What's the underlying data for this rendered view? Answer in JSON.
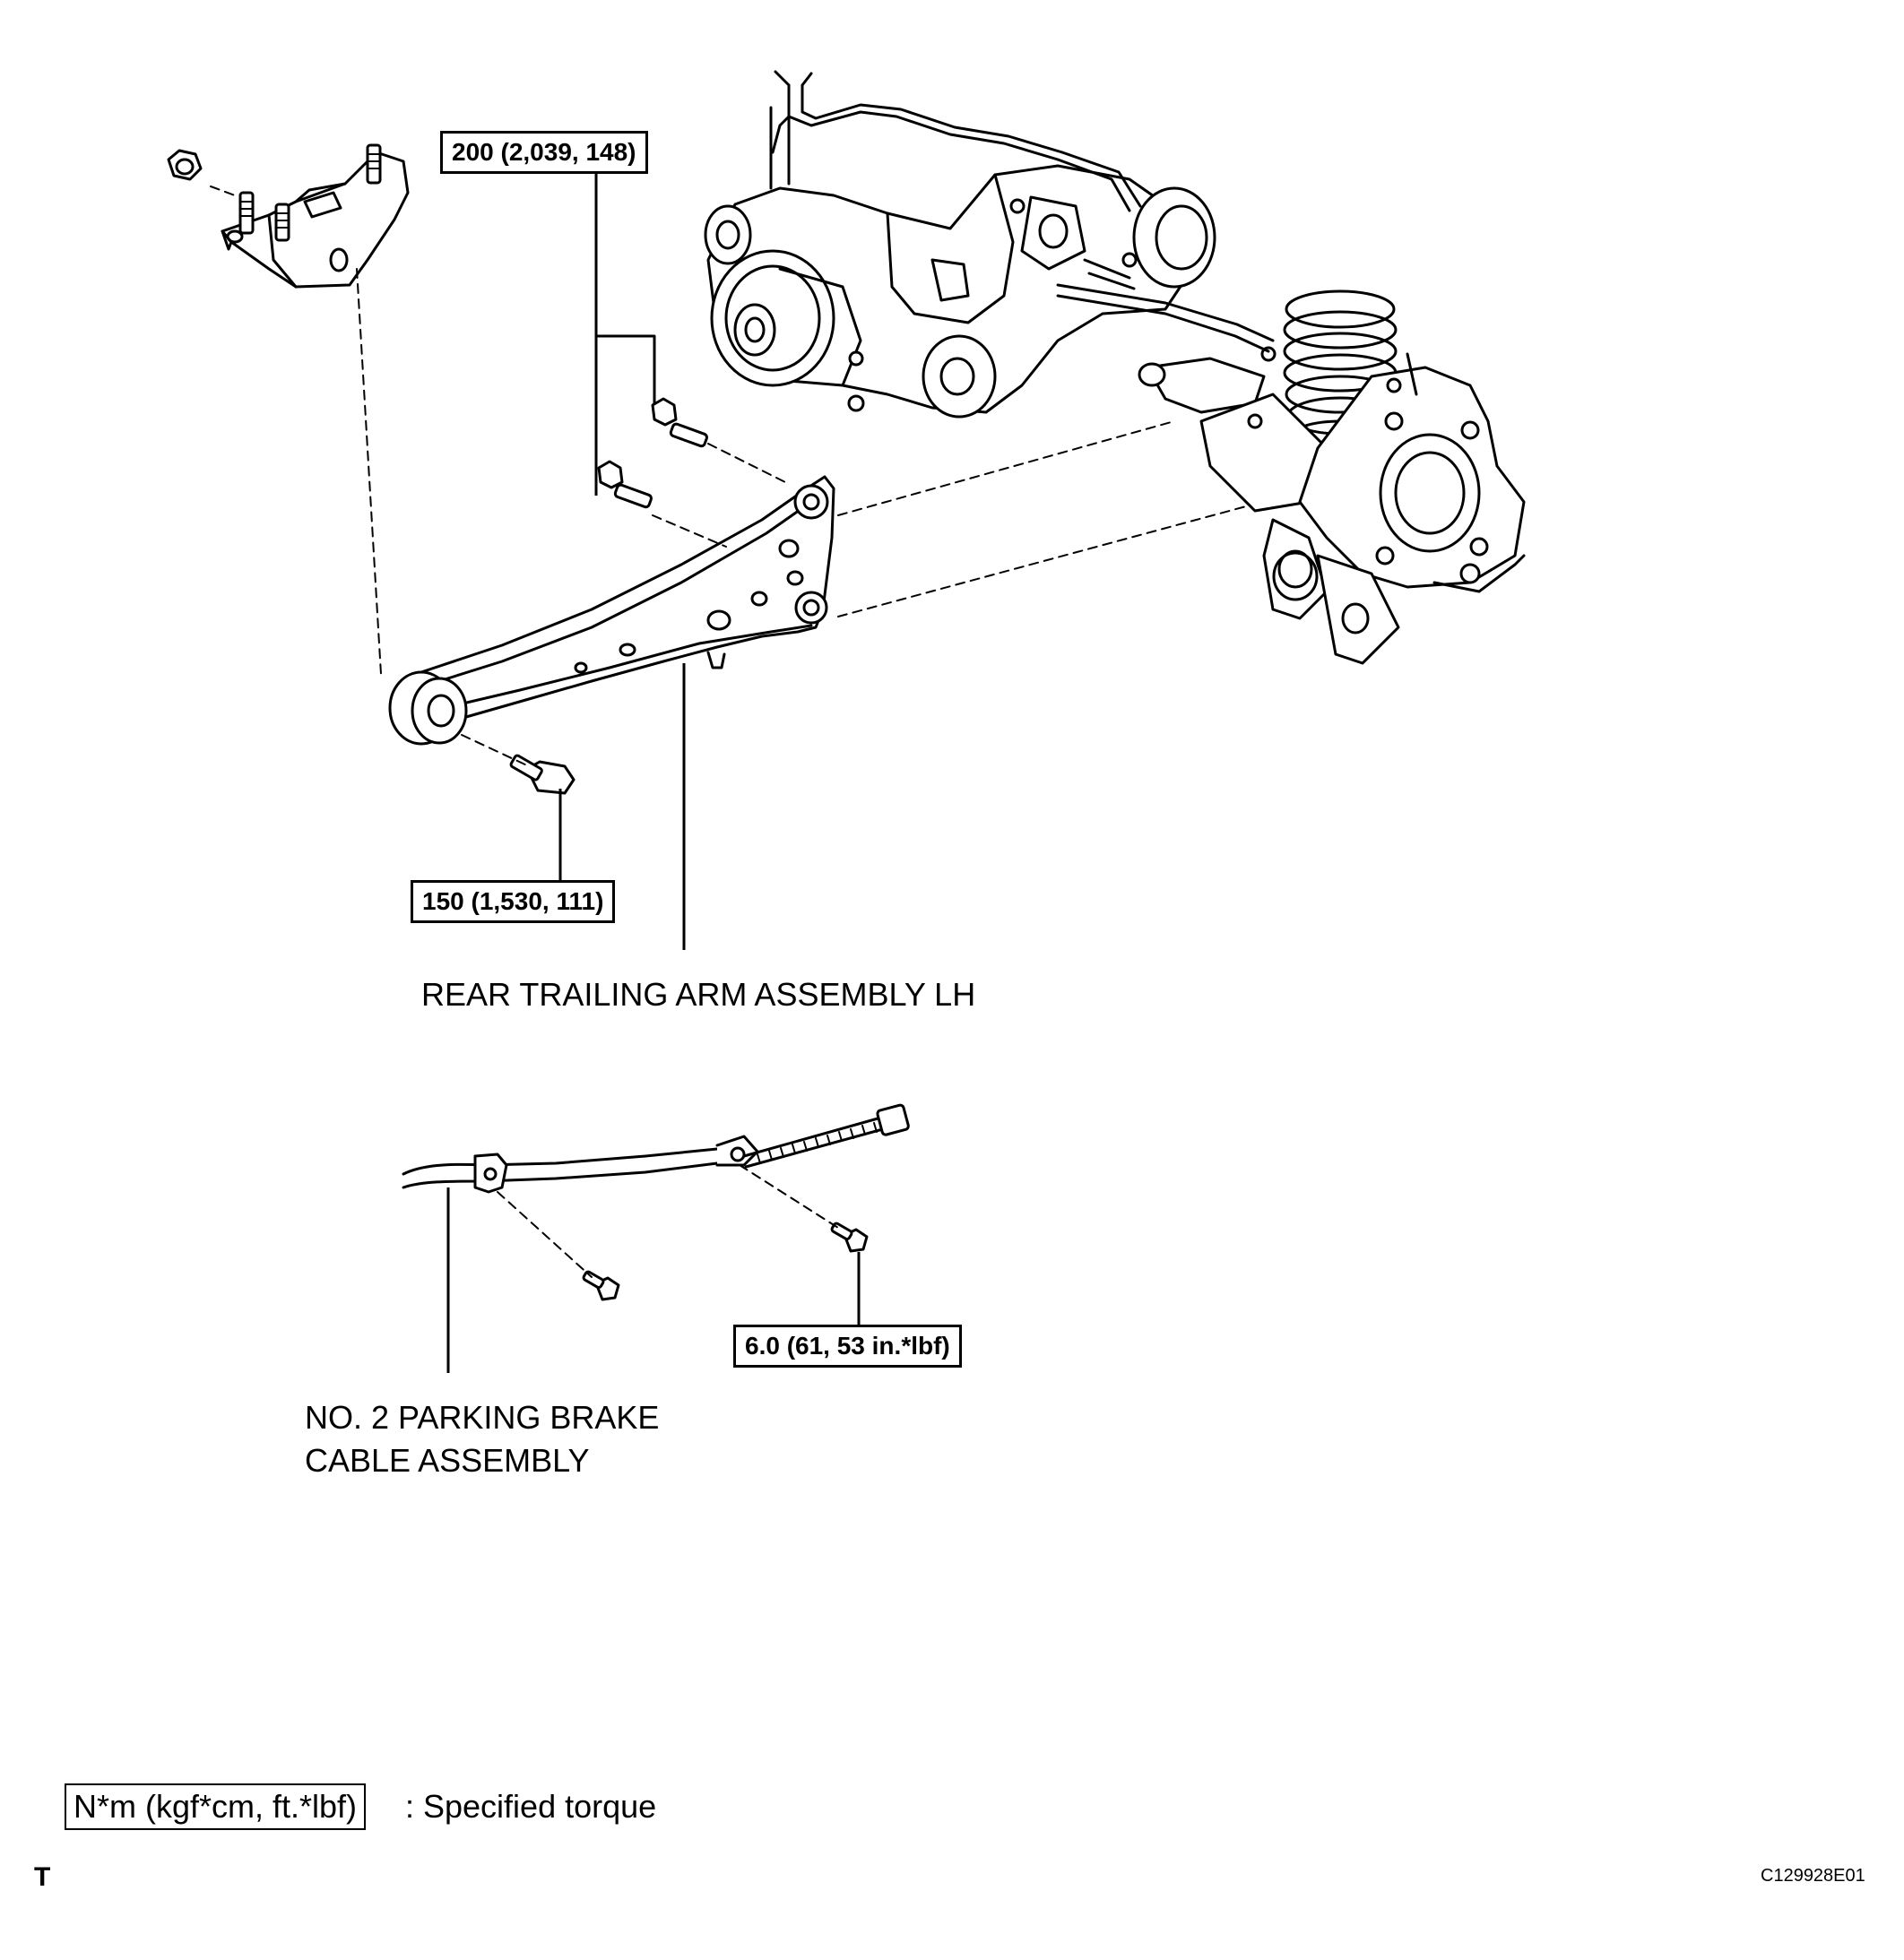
{
  "callouts": {
    "torque_200": "200 (2,039, 148)",
    "torque_150": "150 (1,530, 111)",
    "torque_6": "6.0 (61, 53 in.*lbf)"
  },
  "labels": {
    "rear_trailing_arm": "REAR TRAILING ARM ASSEMBLY LH",
    "parking_brake_line1": "NO. 2 PARKING BRAKE",
    "parking_brake_line2": "CABLE ASSEMBLY"
  },
  "legend": {
    "unit": "N*m (kgf*cm, ft.*lbf)",
    "text": ": Specified torque"
  },
  "footer": {
    "corner_letter": "T",
    "figure_code": "C129928E01"
  }
}
